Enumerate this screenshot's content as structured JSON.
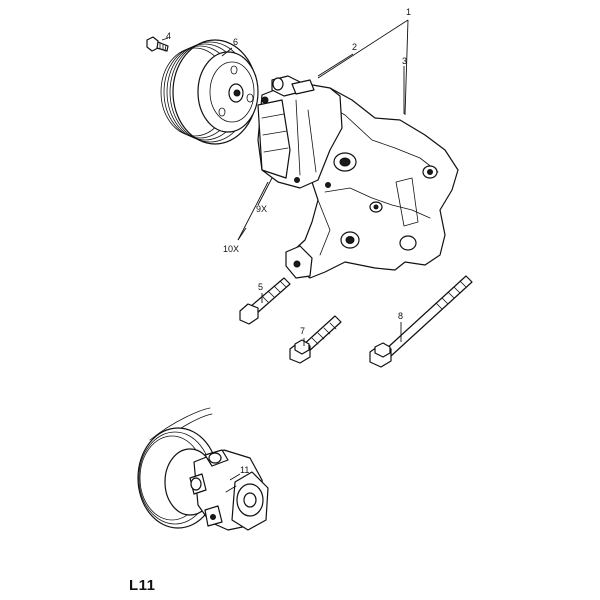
{
  "callouts": {
    "c1": "1",
    "c2": "2",
    "c3": "3",
    "c4": "4",
    "c5": "5",
    "c6": "6",
    "c7": "7",
    "c8": "8",
    "c9": "9X",
    "c10": "10X",
    "c11": "11"
  },
  "caption": "L11"
}
